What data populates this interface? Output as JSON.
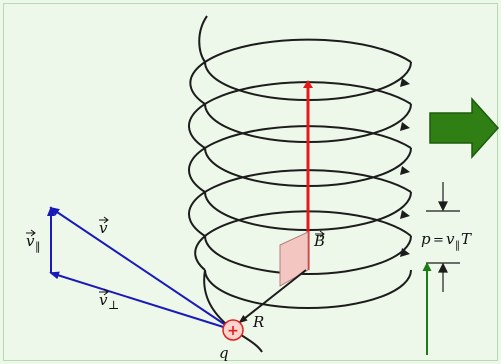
{
  "colors": {
    "background": "#eef8ea",
    "frame": "#b7dbb0",
    "helix": "#1c1c1c",
    "field_vector": "#e81818",
    "velocity_vectors": "#1a1ab8",
    "arrow_fill": "#2f7f14",
    "arrow_stroke": "#1e5c0c",
    "pitch_pointer": "#1c7c14",
    "charge_fill": "#ffd4cc",
    "charge_stroke": "#e02020",
    "plane_fill": "#f4c6c2",
    "plane_stroke": "#b08080"
  },
  "labels": {
    "field": "B",
    "velocity": "v",
    "v_parallel": "v",
    "v_parallel_sub": "‖",
    "v_perp": "v",
    "v_perp_sub": "⊥",
    "radius": "R",
    "charge_symbol": "+",
    "charge_name": "q",
    "pitch_lhs": "p",
    "pitch_eq": "=",
    "pitch_v": "v",
    "pitch_sub": "‖",
    "pitch_T": "T"
  },
  "icons": {
    "next_arrow": "right-arrow-icon"
  }
}
